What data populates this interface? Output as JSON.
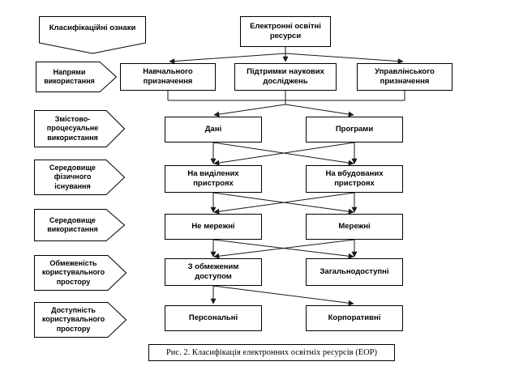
{
  "colors": {
    "background": "#ffffff",
    "line": "#1a1a1a",
    "box_border": "#000000",
    "box_fill": "#ffffff"
  },
  "banner": {
    "label": "Класифікаційні ознаки"
  },
  "root": {
    "label": "Електронні освітні ресурси"
  },
  "left_labels": [
    {
      "label": "Напрями використання"
    },
    {
      "label": "Змістово-процесуальне використання"
    },
    {
      "label": "Середовище фізичного існування"
    },
    {
      "label": "Середовище використання"
    },
    {
      "label": "Обмеженість користувального простору"
    },
    {
      "label": "Доступність користувального простору"
    }
  ],
  "level1": [
    {
      "label": "Навчального призначення"
    },
    {
      "label": "Підтримки наукових досліджень"
    },
    {
      "label": "Управлінського призначення"
    }
  ],
  "pairs": [
    {
      "left": "Дані",
      "right": "Програми"
    },
    {
      "left": "На виділених пристроях",
      "right": "На вбудованих пристроях"
    },
    {
      "left": "Не мережні",
      "right": "Мережні"
    },
    {
      "left": "З обмеженим доступом",
      "right": "Загальнодоступні"
    },
    {
      "left": "Персональні",
      "right": "Корпоративні"
    }
  ],
  "caption": {
    "text": "Рис. 2. Класифікація електронних освітніх ресурсів (ЕОР)"
  }
}
